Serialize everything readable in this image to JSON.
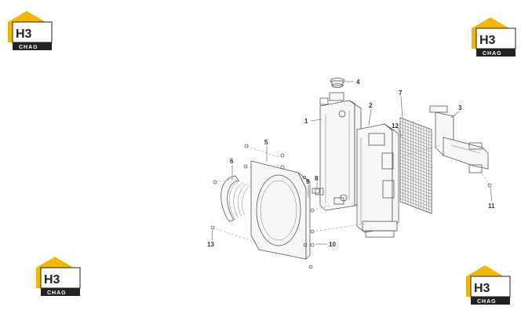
{
  "brand": {
    "letters": "H3",
    "name": "CHAG",
    "colors": {
      "accent": "#f2b705",
      "dark": "#222222"
    }
  },
  "callouts": [
    "1",
    "2",
    "3",
    "4",
    "5",
    "6",
    "7",
    "8",
    "9",
    "10",
    "11",
    "12",
    "13"
  ],
  "colors": {
    "line": "#555555",
    "label": "#333333"
  }
}
